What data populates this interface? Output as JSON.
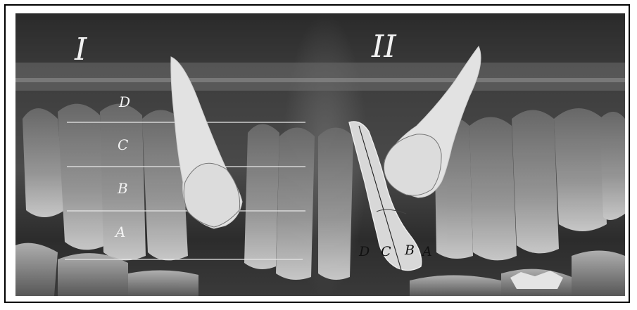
{
  "figure": {
    "panel_labels": {
      "left": "I",
      "right": "II"
    },
    "panel_I_zones": [
      "D",
      "C",
      "B",
      "A"
    ],
    "panel_II_zones": [
      "D",
      "C",
      "B",
      "A"
    ]
  }
}
